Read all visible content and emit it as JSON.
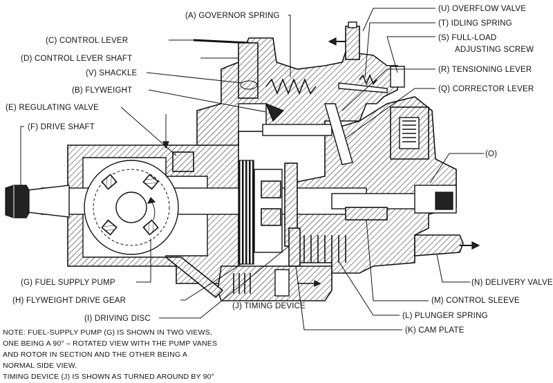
{
  "labels": {
    "governor_spring": "(A) GOVERNOR SPRING",
    "flyweight": "(B) FLYWEIGHT",
    "control_lever": "(C) CONTROL LEVER",
    "control_lever_shaft": "(D) CONTROL LEVER SHAFT",
    "regulating_valve": "(E) REGULATING VALVE",
    "drive_shaft": "(F) DRIVE SHAFT",
    "fuel_supply_pump": "(G) FUEL SUPPLY PUMP",
    "flyweight_drive_gear": "(H) FLYWEIGHT DRIVE GEAR",
    "driving_disc": "(I) DRIVING DISC",
    "timing_device": "(J) TIMING DEVICE",
    "cam_plate": "(K) CAM PLATE",
    "plunger_spring": "(L) PLUNGER SPRING",
    "control_sleeve": "(M) CONTROL SLEEVE",
    "delivery_valve": "(N) DELIVERY VALVE",
    "o": "(O)",
    "corrector_lever": "(Q) CORRECTOR LEVER",
    "tensioning_lever": "(R) TENSIONING LEVER",
    "full_load_line1": "(S) FULL-LOAD",
    "full_load_line2": "ADJUSTING SCREW",
    "idling_spring": "(T) IDLING SPRING",
    "overflow_valve": "(U) OVERFLOW VALVE",
    "shackle": "(V) SHACKLE"
  },
  "note": {
    "line1": "NOTE: FUEL-SUPPLY PUMP (G) IS SHOWN IN TWO VIEWS,",
    "line2": "ONE BEING A 90° – ROTATED VIEW WITH THE PUMP VANES",
    "line3": "AND ROTOR IN SECTION AND THE OTHER BEING A",
    "line4": "NORMAL SIDE VIEW.",
    "line5": "TIMING DEVICE (J) IS SHOWN AS TURNED AROUND BY 90°"
  }
}
